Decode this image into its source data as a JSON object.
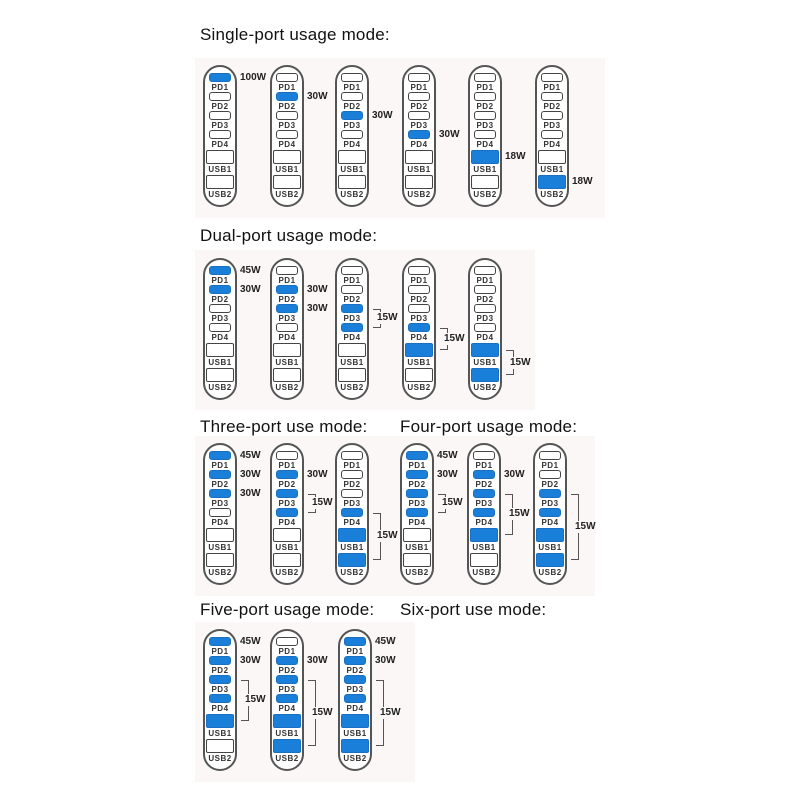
{
  "port_names": [
    "PD1",
    "PD2",
    "PD3",
    "PD4",
    "USB1",
    "USB2"
  ],
  "colors": {
    "active": "#1a7fd9",
    "outline": "#555555"
  },
  "sections": [
    {
      "id": "single",
      "title": "Single-port usage mode:",
      "devices": [
        {
          "active": [
            0
          ],
          "labels": [
            {
              "port": 0,
              "text": "100W"
            }
          ]
        },
        {
          "active": [
            1
          ],
          "labels": [
            {
              "port": 1,
              "text": "30W"
            }
          ]
        },
        {
          "active": [
            2
          ],
          "labels": [
            {
              "port": 2,
              "text": "30W"
            }
          ]
        },
        {
          "active": [
            3
          ],
          "labels": [
            {
              "port": 3,
              "text": "30W"
            }
          ]
        },
        {
          "active": [
            4
          ],
          "labels": [
            {
              "port": 4,
              "text": "18W"
            }
          ]
        },
        {
          "active": [
            5
          ],
          "labels": [
            {
              "port": 5,
              "text": "18W"
            }
          ]
        }
      ]
    },
    {
      "id": "dual",
      "title": "Dual-port usage mode:",
      "devices": [
        {
          "active": [
            0,
            1
          ],
          "labels": [
            {
              "port": 0,
              "text": "45W"
            },
            {
              "port": 1,
              "text": "30W"
            }
          ]
        },
        {
          "active": [
            1,
            2
          ],
          "labels": [
            {
              "port": 1,
              "text": "30W"
            },
            {
              "port": 2,
              "text": "30W"
            }
          ]
        },
        {
          "active": [
            2,
            3
          ],
          "labels": [],
          "bracket": {
            "from": 2,
            "to": 3,
            "text": "15W"
          }
        },
        {
          "active": [
            3,
            4
          ],
          "labels": [],
          "bracket": {
            "from": 3,
            "to": 4,
            "text": "15W"
          }
        },
        {
          "active": [
            4,
            5
          ],
          "labels": [],
          "bracket": {
            "from": 4,
            "to": 5,
            "text": "15W"
          }
        }
      ]
    },
    {
      "id": "three",
      "title": "Three-port use mode:",
      "devices": [
        {
          "active": [
            0,
            1,
            2
          ],
          "labels": [
            {
              "port": 0,
              "text": "45W"
            },
            {
              "port": 1,
              "text": "30W"
            },
            {
              "port": 2,
              "text": "30W"
            }
          ]
        },
        {
          "active": [
            1,
            2,
            3
          ],
          "labels": [
            {
              "port": 1,
              "text": "30W"
            }
          ],
          "bracket": {
            "from": 2,
            "to": 3,
            "text": "15W"
          }
        },
        {
          "active": [
            3,
            4,
            5
          ],
          "labels": [],
          "bracket": {
            "from": 3,
            "to": 5,
            "text": "15W"
          }
        }
      ]
    },
    {
      "id": "four",
      "title": "Four-port usage mode:",
      "devices": [
        {
          "active": [
            0,
            1,
            2,
            3
          ],
          "labels": [
            {
              "port": 0,
              "text": "45W"
            },
            {
              "port": 1,
              "text": "30W"
            }
          ],
          "bracket": {
            "from": 2,
            "to": 3,
            "text": "15W"
          }
        },
        {
          "active": [
            1,
            2,
            3,
            4
          ],
          "labels": [
            {
              "port": 1,
              "text": "30W"
            }
          ],
          "bracket": {
            "from": 2,
            "to": 4,
            "text": "15W"
          }
        },
        {
          "active": [
            2,
            3,
            4,
            5
          ],
          "labels": [],
          "bracket": {
            "from": 2,
            "to": 5,
            "text": "15W"
          }
        }
      ]
    },
    {
      "id": "five",
      "title": "Five-port usage mode:",
      "devices": [
        {
          "active": [
            0,
            1,
            2,
            3,
            4
          ],
          "labels": [
            {
              "port": 0,
              "text": "45W"
            },
            {
              "port": 1,
              "text": "30W"
            }
          ],
          "bracket": {
            "from": 2,
            "to": 4,
            "text": "15W"
          }
        },
        {
          "active": [
            1,
            2,
            3,
            4,
            5
          ],
          "labels": [
            {
              "port": 1,
              "text": "30W"
            }
          ],
          "bracket": {
            "from": 2,
            "to": 5,
            "text": "15W"
          }
        }
      ]
    },
    {
      "id": "six",
      "title": "Six-port use mode:",
      "devices": [
        {
          "active": [
            0,
            1,
            2,
            3,
            4,
            5
          ],
          "labels": [
            {
              "port": 0,
              "text": "45W"
            },
            {
              "port": 1,
              "text": "30W"
            }
          ],
          "bracket": {
            "from": 2,
            "to": 5,
            "text": "15W"
          }
        }
      ]
    }
  ]
}
